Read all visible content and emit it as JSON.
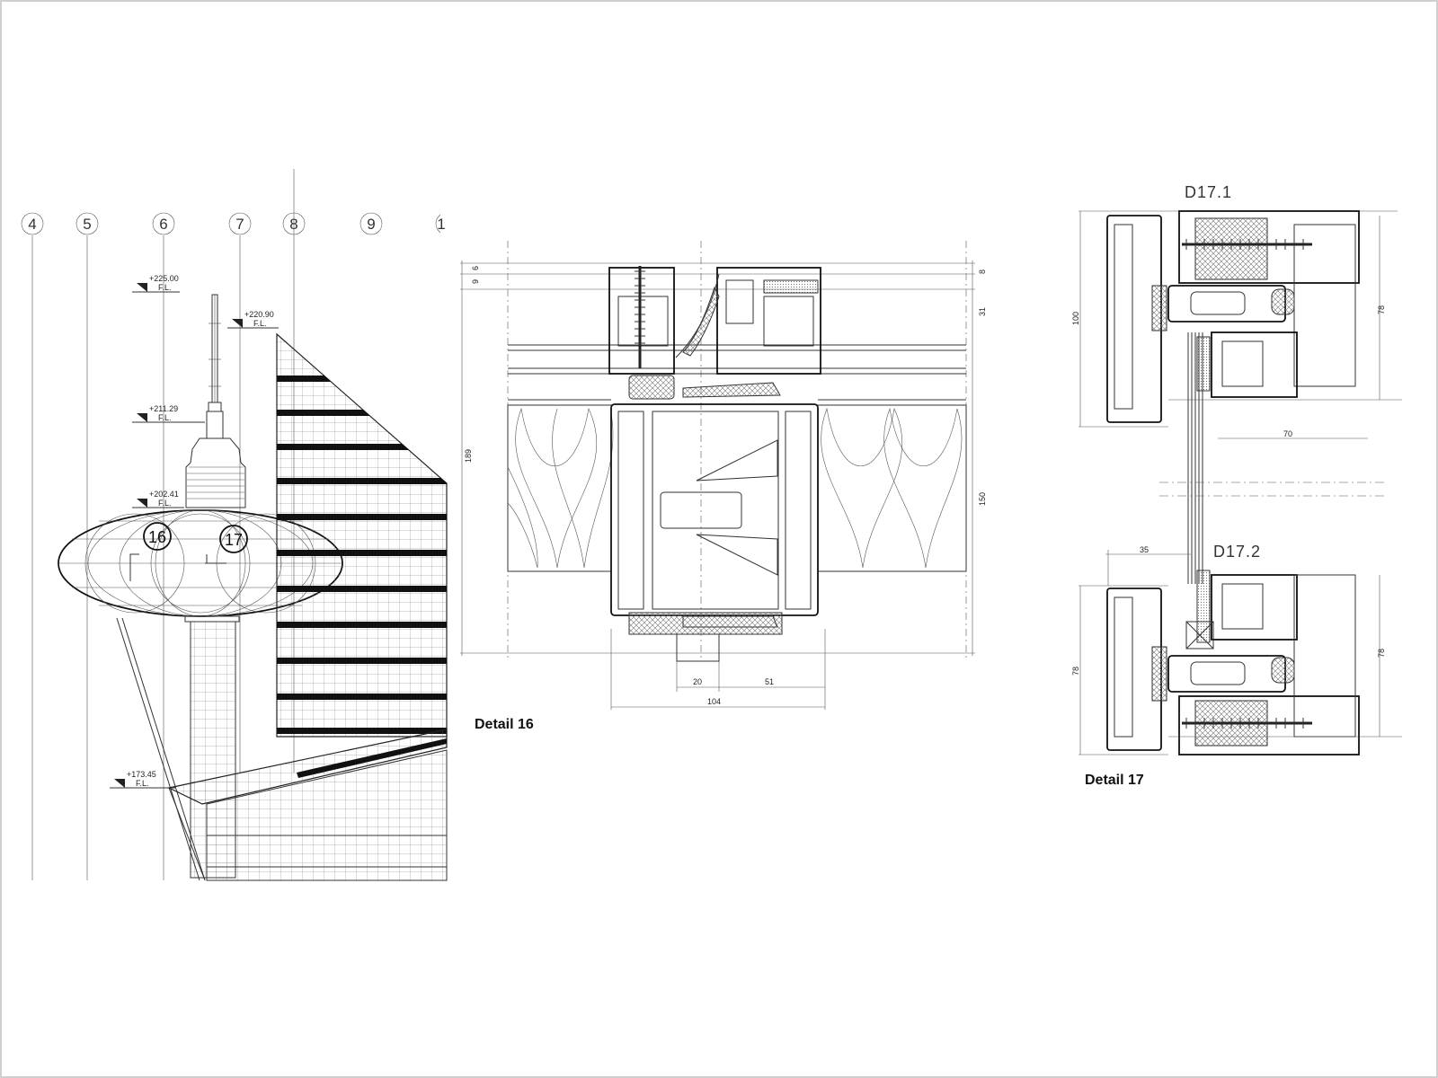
{
  "elevation": {
    "grid_labels": [
      "4",
      "5",
      "6",
      "7",
      "8",
      "9",
      "1"
    ],
    "levels": [
      {
        "value": "+225.00",
        "ref": "F.L."
      },
      {
        "value": "+220.90",
        "ref": "F.L."
      },
      {
        "value": "+211.29",
        "ref": "F.L."
      },
      {
        "value": "+202.41",
        "ref": "F.L."
      },
      {
        "value": "+173.45",
        "ref": "F.L."
      }
    ],
    "detail_callouts": [
      "16",
      "17"
    ]
  },
  "detail16": {
    "caption": "Detail 16",
    "dims": {
      "d6": "6",
      "d9": "9",
      "d8": "8",
      "d31": "31",
      "d189": "189",
      "d150": "150",
      "d20": "20",
      "d51": "51",
      "d104": "104"
    }
  },
  "detail17": {
    "caption": "Detail 17",
    "sub1": "D17.1",
    "sub2": "D17.2",
    "dims": {
      "d100": "100",
      "d78a": "78",
      "d70": "70",
      "d35": "35",
      "d78b": "78",
      "d78c": "78"
    }
  },
  "colors": {
    "line": "#333333",
    "hatch": "#777777",
    "frame": "#cccccc",
    "background": "#ffffff"
  }
}
